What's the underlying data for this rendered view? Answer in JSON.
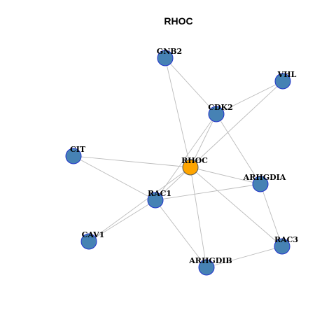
{
  "title": "RHOC",
  "colors": {
    "node_fill": "#4682B4",
    "node_stroke": "#2233CC",
    "center_fill": "#FFA500",
    "center_stroke": "#555555",
    "edge": "#BBBBBB",
    "label": "#000000"
  },
  "nodes": [
    {
      "id": "GNB2",
      "label": "GNB2",
      "center": false
    },
    {
      "id": "VHL",
      "label": "VHL",
      "center": false
    },
    {
      "id": "CDK2",
      "label": "CDK2",
      "center": false
    },
    {
      "id": "CIT",
      "label": "CIT",
      "center": false
    },
    {
      "id": "RHOC",
      "label": "RHOC",
      "center": true
    },
    {
      "id": "ARHGDIA",
      "label": "ARHGDIA",
      "center": false
    },
    {
      "id": "RAC1",
      "label": "RAC1",
      "center": false
    },
    {
      "id": "CAV1",
      "label": "CAV1",
      "center": false
    },
    {
      "id": "RAC3",
      "label": "RAC3",
      "center": false
    },
    {
      "id": "ARHGDIB",
      "label": "ARHGDIB",
      "center": false
    }
  ],
  "edges": [
    [
      "GNB2",
      "CDK2"
    ],
    [
      "GNB2",
      "RHOC"
    ],
    [
      "VHL",
      "CDK2"
    ],
    [
      "VHL",
      "RHOC"
    ],
    [
      "CDK2",
      "RHOC"
    ],
    [
      "CDK2",
      "RAC1"
    ],
    [
      "CDK2",
      "ARHGDIA"
    ],
    [
      "CIT",
      "RHOC"
    ],
    [
      "CIT",
      "RAC1"
    ],
    [
      "RHOC",
      "ARHGDIA"
    ],
    [
      "RHOC",
      "RAC1"
    ],
    [
      "RHOC",
      "CAV1"
    ],
    [
      "RHOC",
      "RAC3"
    ],
    [
      "RHOC",
      "ARHGDIB"
    ],
    [
      "RAC1",
      "ARHGDIA"
    ],
    [
      "RAC1",
      "CAV1"
    ],
    [
      "RAC1",
      "ARHGDIB"
    ],
    [
      "ARHGDIA",
      "RAC3"
    ],
    [
      "RAC3",
      "ARHGDIB"
    ]
  ]
}
